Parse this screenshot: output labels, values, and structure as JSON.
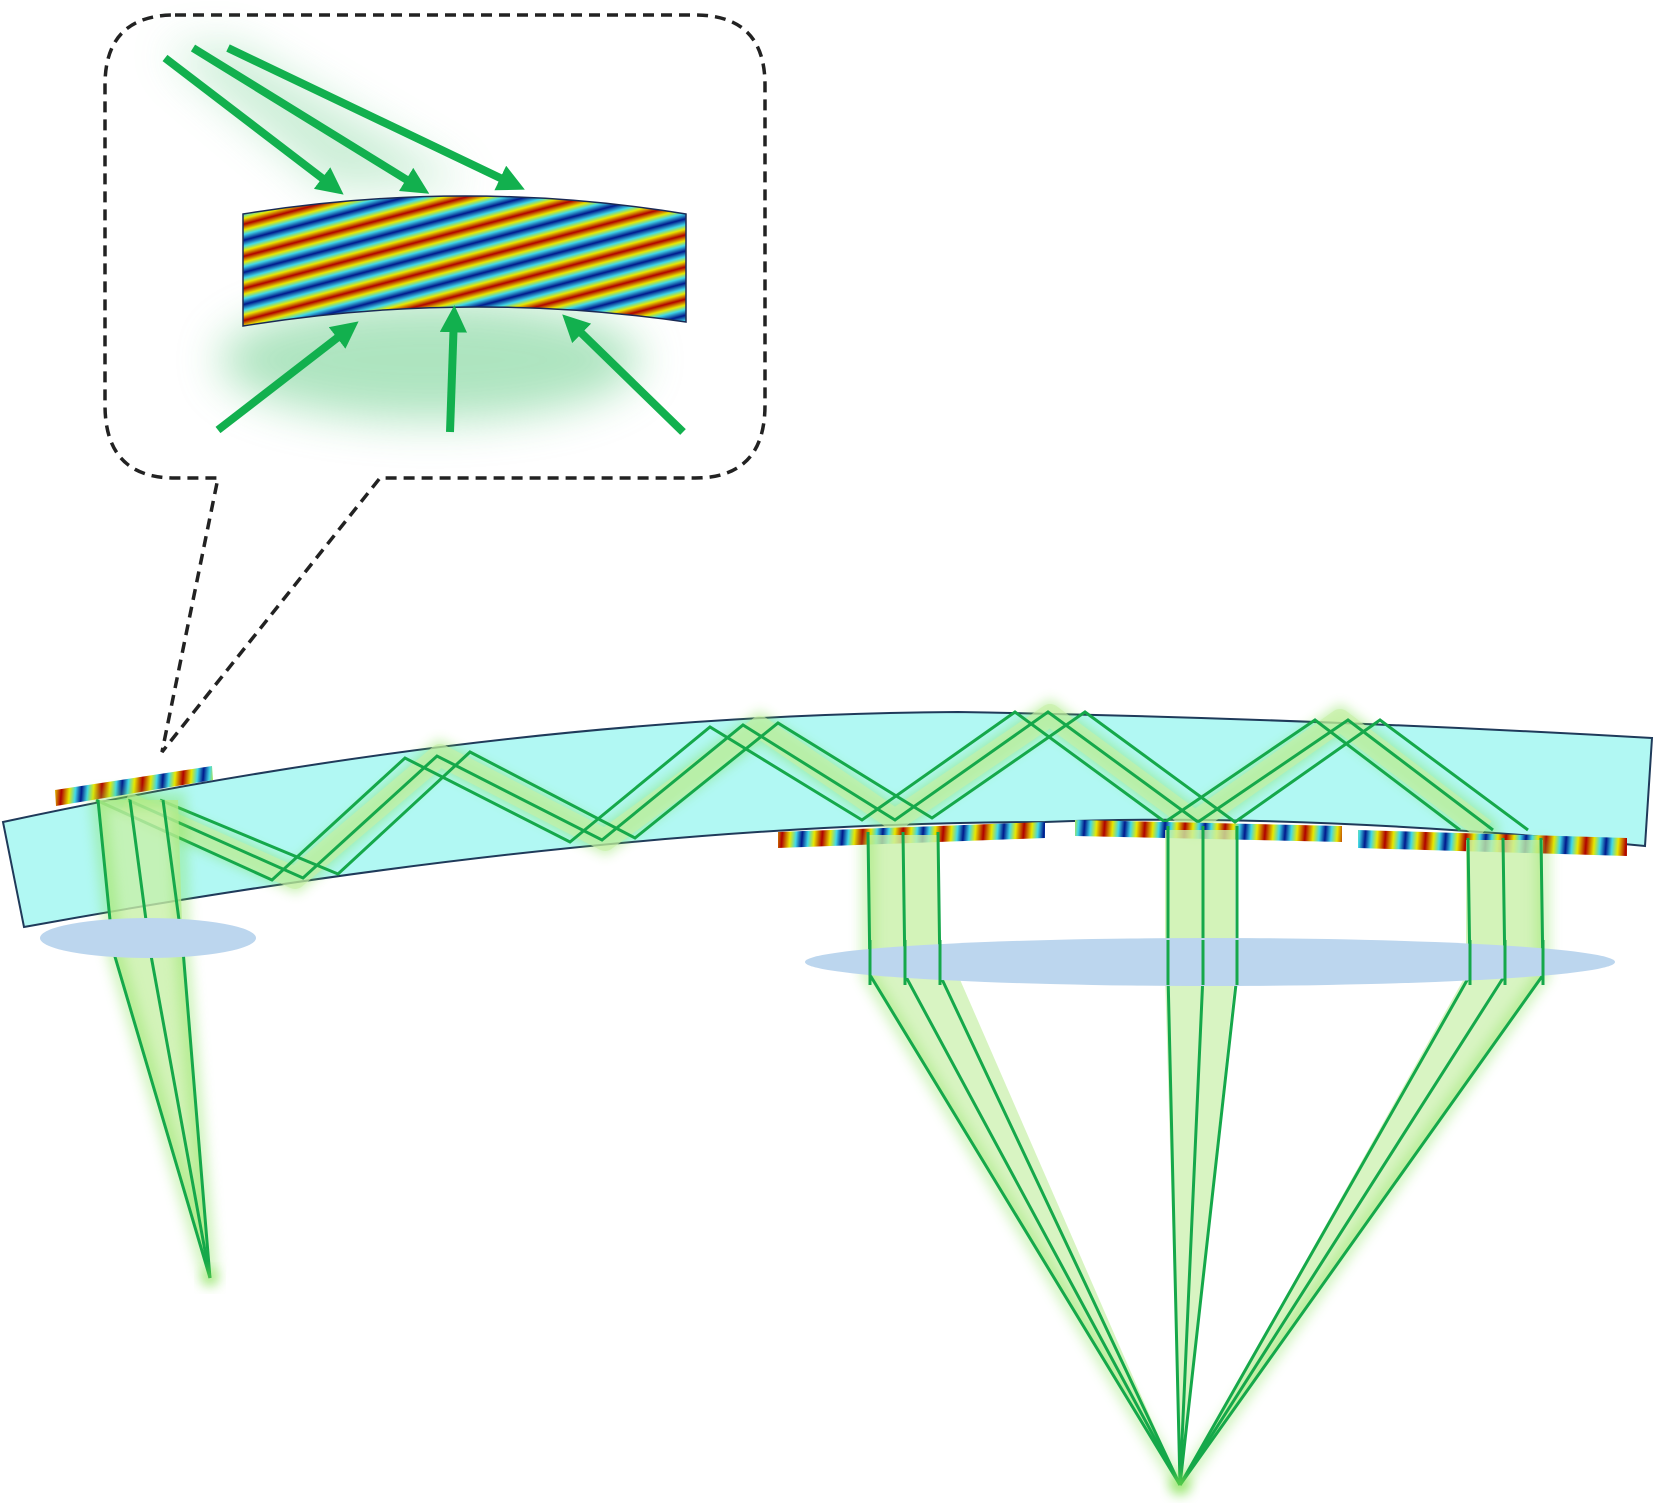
{
  "diagram": {
    "kind": "waveguide-display-optics",
    "colors": {
      "waveguide_fill": "#b1f8f3",
      "waveguide_stroke": "#1f3a5a",
      "lens_fill": "#bcd6ee",
      "beam_line": "#15a84a",
      "beam_glow": "#7ee04a",
      "beam_fill": "#c8f0a8",
      "callout_stroke": "#222222",
      "arrow": "#12b04e",
      "grating_red": "#b00000",
      "grating_blue": "#00188c",
      "grating_yellow": "#e8e800",
      "grating_cyan": "#40d8e8"
    },
    "elements": {
      "callout": {
        "style": "dashed",
        "shows": "holographic-grating-zoom"
      },
      "input_arrows": 3,
      "output_arrows": 3,
      "gratings": [
        "input-coupler",
        "output-coupler-1",
        "output-coupler-2",
        "output-coupler-3"
      ],
      "lenses": [
        "small-lens",
        "large-lens"
      ],
      "focal_points": 2
    }
  }
}
